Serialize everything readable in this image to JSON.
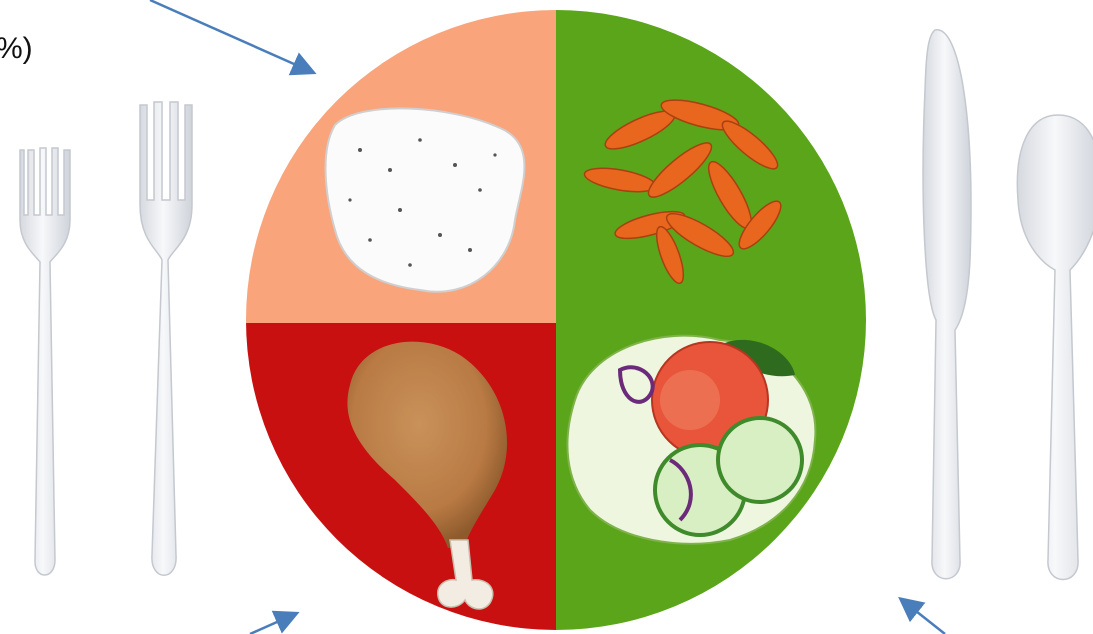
{
  "caption": {
    "visible_text": "%)"
  },
  "plate": {
    "quadrants": [
      {
        "position": "top-left",
        "food": "rice",
        "color": "#F9A47A"
      },
      {
        "position": "top-right",
        "food": "carrots",
        "color": "#5AA51A"
      },
      {
        "position": "bottom-left",
        "food": "chicken-drumstick",
        "color": "#C81010"
      },
      {
        "position": "bottom-right",
        "food": "salad",
        "color": "#5AA51A"
      }
    ]
  },
  "colors": {
    "arrow": "#4A7EBB",
    "utensil": "#ECEEF2",
    "background": "#FFFFFF"
  },
  "icons": [
    "fork-icon",
    "knife-icon",
    "spoon-icon",
    "arrow-icon"
  ]
}
